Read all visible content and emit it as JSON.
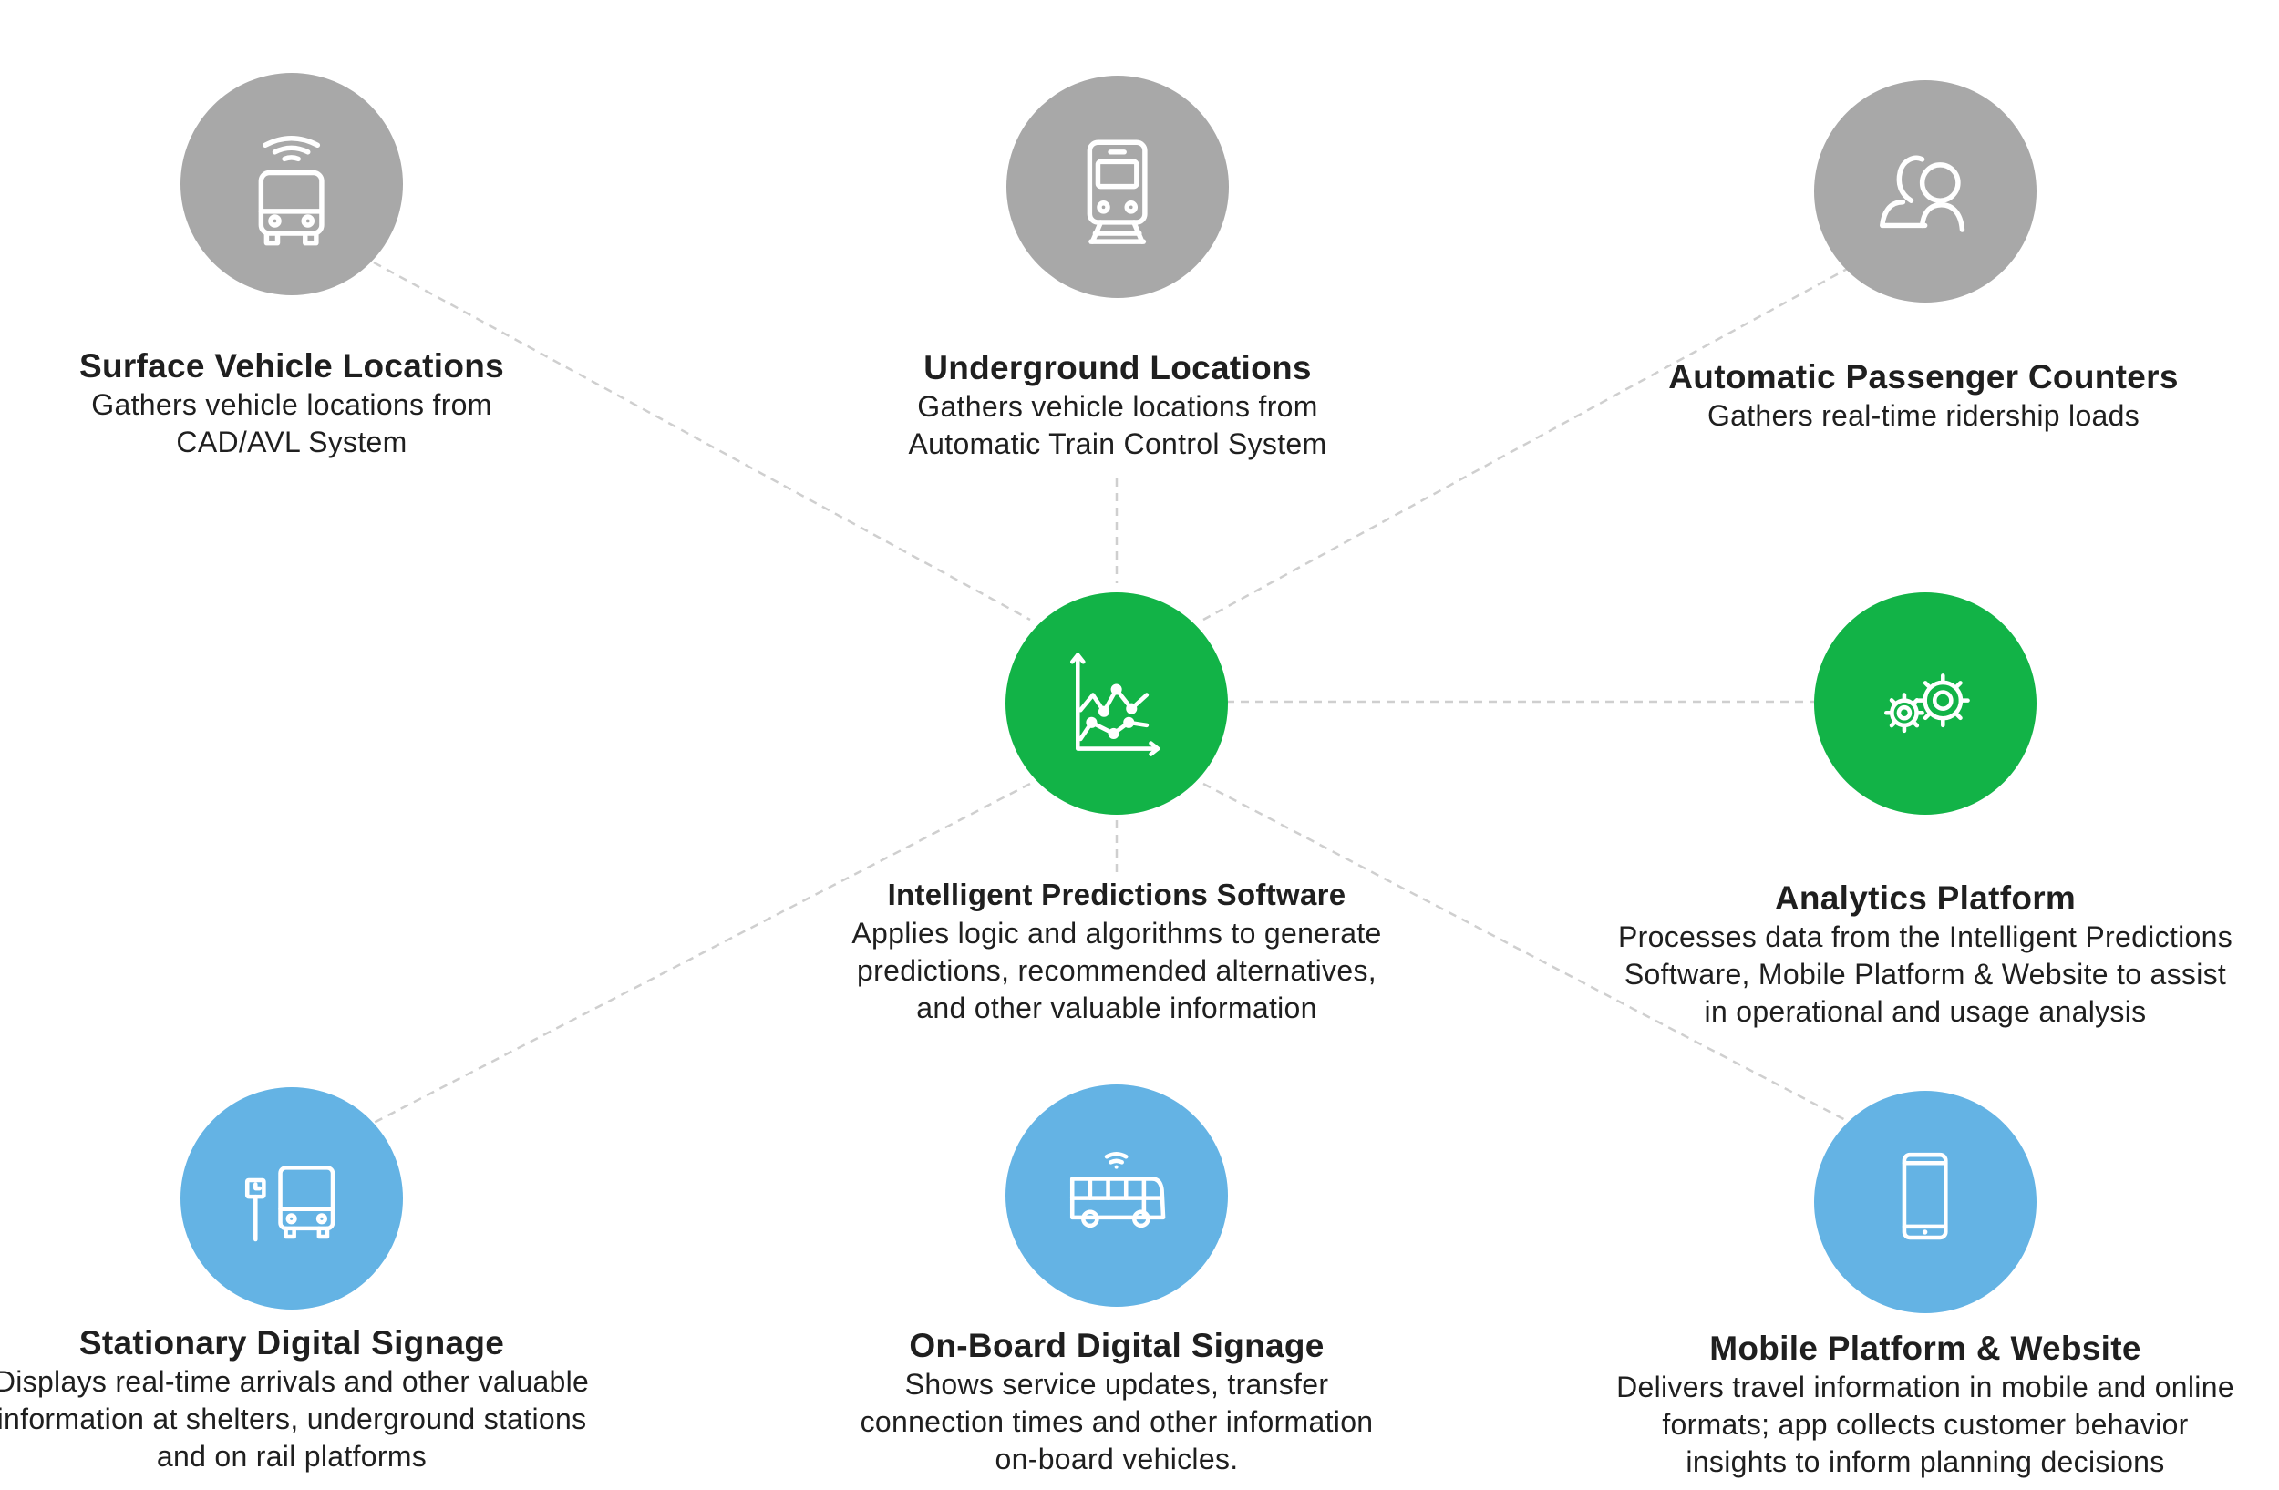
{
  "colors": {
    "gray": "#a8a8a8",
    "green": "#12b347",
    "blue": "#64b3e4",
    "connector": "#cfcfcf"
  },
  "nodes": {
    "surface": {
      "icon": "bus-wifi-icon",
      "title": "Surface Vehicle Locations",
      "desc": "Gathers vehicle locations from\nCAD/AVL System"
    },
    "underground": {
      "icon": "train-icon",
      "title": "Underground Locations",
      "desc": "Gathers vehicle locations from\nAutomatic Train Control System"
    },
    "apc": {
      "icon": "people-icon",
      "title": "Automatic Passenger Counters",
      "desc": "Gathers real-time ridership loads"
    },
    "ips": {
      "icon": "line-chart-icon",
      "title": "Intelligent Predictions Software",
      "desc": "Applies logic and algorithms to generate\npredictions, recommended alternatives,\nand other valuable information"
    },
    "analytics": {
      "icon": "gears-icon",
      "title": "Analytics Platform",
      "desc": "Processes data from the Intelligent Predictions\nSoftware, Mobile Platform & Website to assist\nin operational and usage analysis"
    },
    "stationary": {
      "icon": "bus-stop-icon",
      "title": "Stationary Digital Signage",
      "desc": "Displays real-time arrivals and other valuable\ninformation at shelters, underground stations\nand on rail platforms"
    },
    "onboard": {
      "icon": "bus-side-wifi-icon",
      "title": "On-Board Digital Signage",
      "desc": "Shows service updates, transfer\nconnection times and other information\non-board vehicles."
    },
    "mobile": {
      "icon": "smartphone-icon",
      "title": "Mobile Platform & Website",
      "desc": "Delivers travel information in mobile and online\nformats; app collects customer behavior\ninsights to inform planning decisions"
    }
  }
}
